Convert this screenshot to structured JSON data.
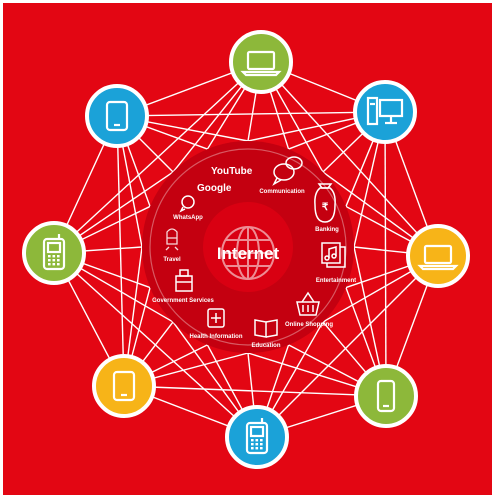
{
  "colors": {
    "background": "#e30613",
    "ring": "#c40010",
    "ring_inner": "#b3000d",
    "core": "#d90012",
    "edge": "#ffffff",
    "green": "#8db83a",
    "blue": "#1ba2d8",
    "yellow": "#f7b418"
  },
  "center": {
    "label": "Internet",
    "icon": "globe-icon"
  },
  "services": [
    {
      "label": "YouTube",
      "icon": "youtube-logo"
    },
    {
      "label": "Google",
      "icon": "google-logo"
    },
    {
      "label": "WhatsApp",
      "icon": "whatsapp-icon"
    },
    {
      "label": "Communication",
      "icon": "chat-bubbles-icon"
    },
    {
      "label": "Banking",
      "icon": "money-bag-rupee-icon"
    },
    {
      "label": "Entertainment",
      "icon": "music-note-icon"
    },
    {
      "label": "Online Shopping",
      "icon": "shopping-basket-icon"
    },
    {
      "label": "Education",
      "icon": "open-book-icon"
    },
    {
      "label": "Health Information",
      "icon": "medical-kit-icon"
    },
    {
      "label": "Government Services",
      "icon": "government-building-icon"
    },
    {
      "label": "Travel",
      "icon": "train-icon"
    }
  ],
  "devices": [
    {
      "name": "laptop",
      "color": "green",
      "icon": "laptop-icon"
    },
    {
      "name": "desktop",
      "color": "blue",
      "icon": "desktop-computer-icon"
    },
    {
      "name": "laptop",
      "color": "yellow",
      "icon": "laptop-icon"
    },
    {
      "name": "smartphone",
      "color": "green",
      "icon": "smartphone-icon"
    },
    {
      "name": "feature-phone",
      "color": "blue",
      "icon": "feature-phone-icon"
    },
    {
      "name": "tablet",
      "color": "yellow",
      "icon": "tablet-icon"
    },
    {
      "name": "feature-phone",
      "color": "green",
      "icon": "feature-phone-icon"
    },
    {
      "name": "tablet",
      "color": "blue",
      "icon": "tablet-icon"
    }
  ]
}
